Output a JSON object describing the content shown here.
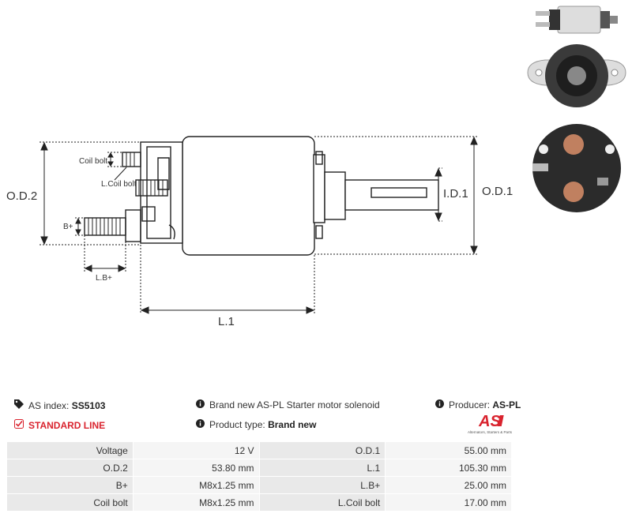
{
  "diagram": {
    "labels": {
      "od2": "O.D.2",
      "od1": "O.D.1",
      "id1": "I.D.1",
      "l1": "L.1",
      "coil_bolt": "Coil bolt",
      "l_coil_bolt": "L.Coil bolt",
      "b_plus": "B+",
      "l_b_plus": "L.B+"
    }
  },
  "info": {
    "as_index_label": "AS index:",
    "as_index_value": "SS5103",
    "description": "Brand new AS-PL Starter motor solenoid",
    "producer_label": "Producer:",
    "producer_value": "AS-PL",
    "standard_line": "STANDARD LINE",
    "product_type_label": "Product type:",
    "product_type_value": "Brand new"
  },
  "logo": {
    "text": "AS",
    "tagline": "Alternators, Starters & Parts",
    "color": "#d9232e"
  },
  "specs": [
    {
      "k1": "Voltage",
      "v1": "12 V",
      "k2": "O.D.1",
      "v2": "55.00 mm"
    },
    {
      "k1": "O.D.2",
      "v1": "53.80 mm",
      "k2": "L.1",
      "v2": "105.30 mm"
    },
    {
      "k1": "B+",
      "v1": "M8x1.25 mm",
      "k2": "L.B+",
      "v2": "25.00 mm"
    },
    {
      "k1": "Coil bolt",
      "v1": "M8x1.25 mm",
      "k2": "L.Coil bolt",
      "v2": "17.00 mm"
    }
  ]
}
